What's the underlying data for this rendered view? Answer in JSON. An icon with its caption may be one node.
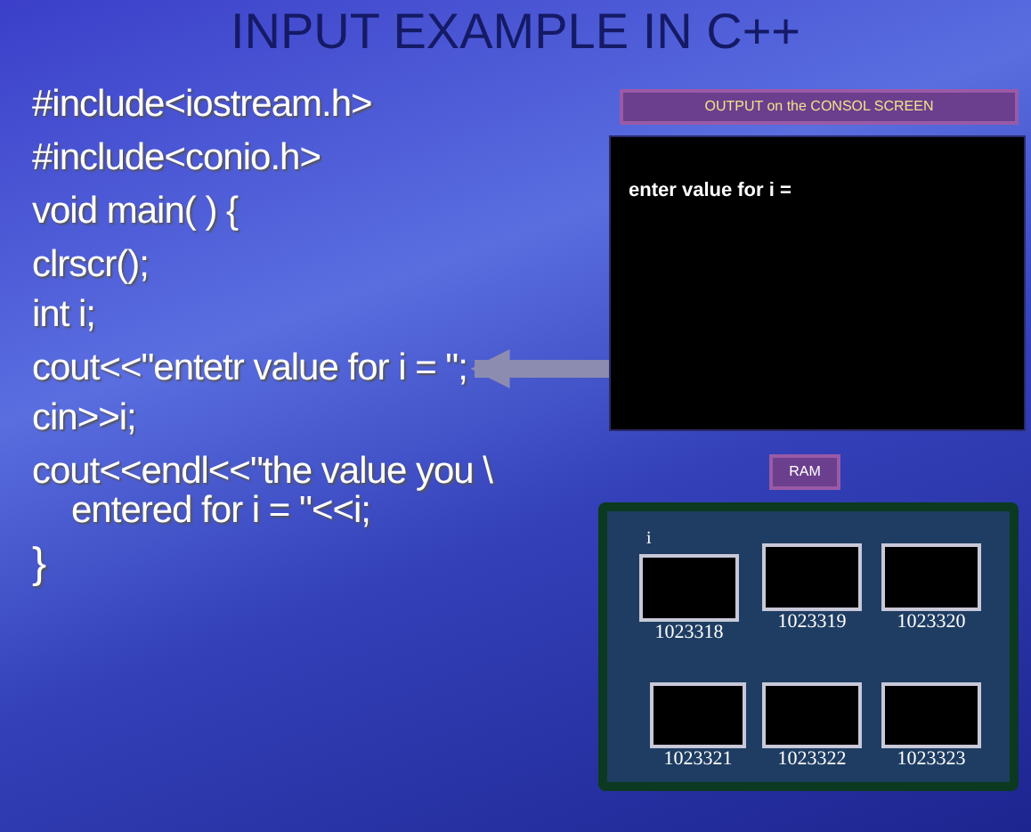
{
  "diagram": {
    "title": "INPUT EXAMPLE IN C++",
    "nodes": [
      {
        "text": [
          "OUTPUT on the CONSOL SCREEN"
        ]
      },
      {
        "text": [
          "enter value for i ="
        ]
      },
      {
        "text": [
          "cout<<\"entetr value for i = \";"
        ]
      },
      {
        "text": [
          "RAM"
        ]
      },
      {
        "text": [],
        "shape": "box"
      },
      {
        "text": [],
        "shape": "box",
        "in": 4,
        "beside": [
          "i",
          "1023318"
        ]
      },
      {
        "text": [],
        "shape": "box",
        "in": 4,
        "beside": [
          "1023319"
        ]
      },
      {
        "text": [],
        "shape": "box",
        "in": 4,
        "beside": [
          "1023320"
        ]
      },
      {
        "text": [],
        "shape": "box",
        "in": 4,
        "beside": [
          "1023321"
        ]
      },
      {
        "text": [],
        "shape": "box",
        "in": 4,
        "beside": [
          "1023322"
        ]
      },
      {
        "text": [],
        "shape": "box",
        "in": 4,
        "beside": [
          "1023323"
        ]
      }
    ],
    "edges": [
      {
        "from": 1,
        "to": 2,
        "arrow": "to"
      }
    ],
    "labels": [
      "#include<iostream.h>",
      "#include<conio.h>",
      "void main( ) {",
      "clrscr();",
      "int i;",
      "cin>>i;",
      "cout<<endl<<\"the value you \\ entered for i = \"<<i;",
      "}"
    ]
  }
}
